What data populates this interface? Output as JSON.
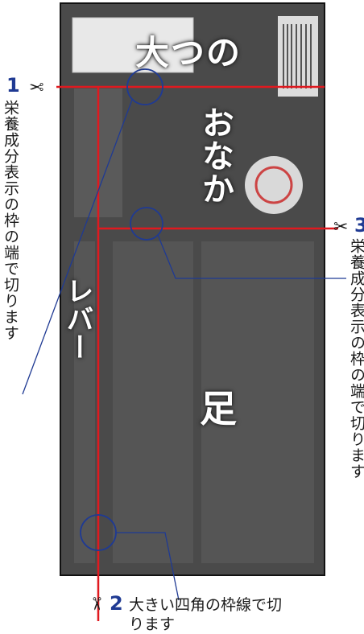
{
  "colors": {
    "cut_line": "#e0191f",
    "guide_line": "#1f3a93",
    "number": "#1f3a93",
    "label_bg": "#4a4a4a",
    "text": "#1a1a1a"
  },
  "icons": {
    "scissors": "✂"
  },
  "parts": {
    "top": "大つの",
    "stomach": "おなか",
    "liver": "レバー",
    "feet": "足"
  },
  "steps": [
    {
      "number": "1",
      "text": "栄養成分表示の枠の端で切ります"
    },
    {
      "number": "2",
      "text": "大きい四角の枠線で切ります"
    },
    {
      "number": "3",
      "text": "栄養成分表示の枠の端で切ります"
    }
  ]
}
